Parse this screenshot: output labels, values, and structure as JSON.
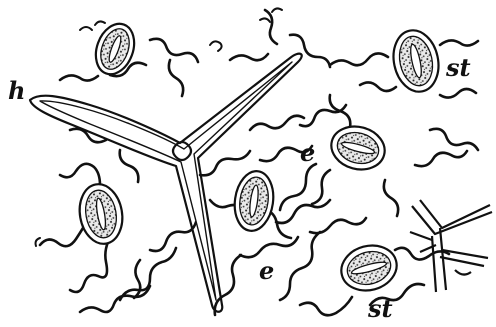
{
  "figure": {
    "background": "#ffffff",
    "ink": "#111111",
    "labels": {
      "hair": "h",
      "stoma_top": "st",
      "stoma_bottom": "st",
      "epidermis_upper": "e",
      "epidermis_lower": "e"
    },
    "parts": [
      "epidermal-cell-wall",
      "trichome",
      "stoma",
      "guard-cell",
      "stomatal-pore",
      "branched-trichome-fragment"
    ]
  }
}
